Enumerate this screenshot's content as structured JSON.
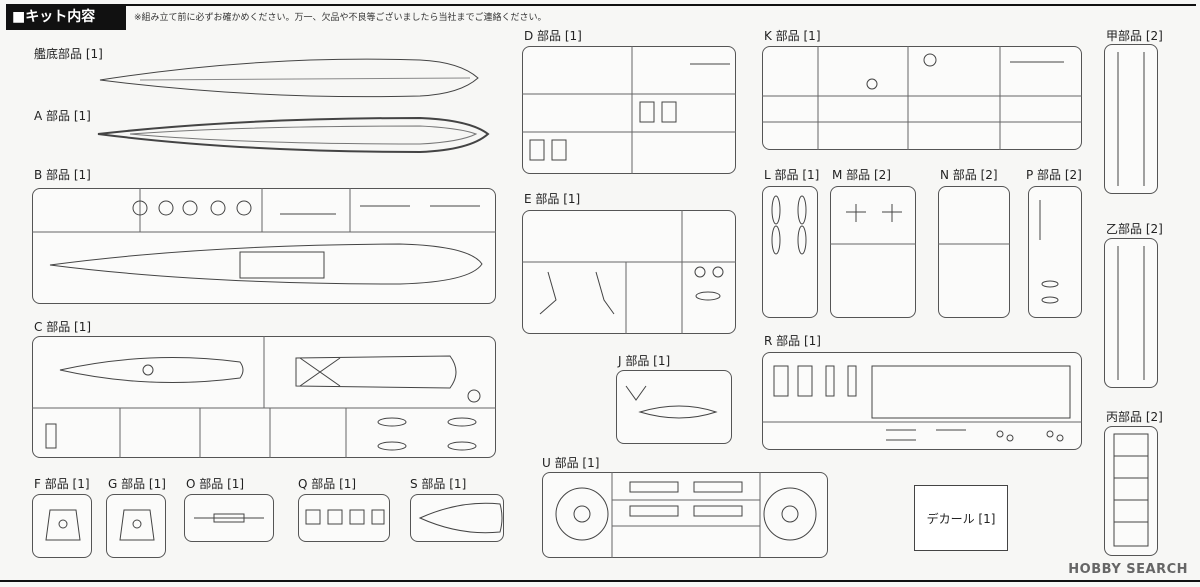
{
  "header": {
    "title": "■キット内容",
    "note": "※組み立て前に必ずお確かめください。万一、欠品や不良等ございましたら当社までご連絡ください。"
  },
  "labels": {
    "hull": "艦底部品 [1]",
    "a": "A 部品 [1]",
    "b": "B 部品 [1]",
    "c": "C 部品 [1]",
    "d": "D 部品 [1]",
    "e": "E 部品 [1]",
    "j": "J 部品 [1]",
    "k": "K 部品 [1]",
    "l": "L 部品 [1]",
    "m": "M 部品 [2]",
    "n": "N 部品 [2]",
    "p": "P 部品 [2]",
    "r": "R 部品 [1]",
    "u": "U 部品 [1]",
    "f": "F 部品 [1]",
    "g": "G 部品 [1]",
    "o": "O 部品 [1]",
    "q": "Q 部品 [1]",
    "s": "S 部品 [1]",
    "kou": "甲部品 [2]",
    "otsu": "乙部品 [2]",
    "hei": "丙部品 [2]",
    "decal": "デカール [1]"
  },
  "watermark": "HOBBY SEARCH"
}
